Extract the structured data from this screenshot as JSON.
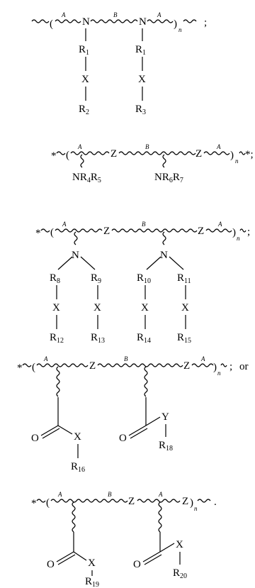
{
  "structures": [
    {
      "terminator": ";",
      "lead": "",
      "backbone": {
        "seg1": "A",
        "seg2": "B",
        "seg3": "A",
        "repeat": "n",
        "node1": "N",
        "node2": "N"
      },
      "left_chain": [
        {
          "b": "R",
          "s": "1"
        },
        {
          "b": "X",
          "s": ""
        },
        {
          "b": "R",
          "s": "2"
        }
      ],
      "right_chain": [
        {
          "b": "R",
          "s": "1"
        },
        {
          "b": "X",
          "s": ""
        },
        {
          "b": "R",
          "s": "3"
        }
      ]
    },
    {
      "terminator": "*;",
      "lead": "*",
      "backbone": {
        "seg1": "A",
        "seg2": "B",
        "seg3": "A",
        "repeat": "n",
        "node1": "Z",
        "node2": "Z"
      },
      "left_group": {
        "pre": "NR",
        "s1": "4",
        "mid": "R",
        "s2": "5"
      },
      "right_group": {
        "pre": "NR",
        "s1": "6",
        "mid": "R",
        "s2": "7"
      }
    },
    {
      "terminator": ";",
      "lead": "*",
      "backbone": {
        "seg1": "A",
        "seg2": "B",
        "seg3": "A",
        "repeat": "n",
        "node1": "Z",
        "node2": "Z"
      },
      "n_left": "N",
      "n_right": "N",
      "chains": [
        [
          {
            "b": "R",
            "s": "8"
          },
          {
            "b": "X",
            "s": ""
          },
          {
            "b": "R",
            "s": "12"
          }
        ],
        [
          {
            "b": "R",
            "s": "9"
          },
          {
            "b": "X",
            "s": ""
          },
          {
            "b": "R",
            "s": "13"
          }
        ],
        [
          {
            "b": "R",
            "s": "10"
          },
          {
            "b": "X",
            "s": ""
          },
          {
            "b": "R",
            "s": "14"
          }
        ],
        [
          {
            "b": "R",
            "s": "11"
          },
          {
            "b": "X",
            "s": ""
          },
          {
            "b": "R",
            "s": "15"
          }
        ]
      ]
    },
    {
      "terminator": ";",
      "after": "or",
      "lead": "*",
      "backbone": {
        "seg1": "A",
        "seg2": "B",
        "seg3": "A",
        "repeat": "n",
        "node1": "Z",
        "node2": "Z"
      },
      "left_carbonyl": {
        "o": "O",
        "het": "X",
        "r": "R",
        "s": "16"
      },
      "right_carbonyl": {
        "o": "O",
        "het": "Y",
        "r": "R",
        "s": "18"
      }
    },
    {
      "terminator": ".",
      "lead": "*",
      "backbone": {
        "seg1": "A",
        "seg2": "B",
        "seg3": "A",
        "repeat": "n",
        "node1": "Z",
        "node2": "Z"
      },
      "left_carbonyl": {
        "o": "O",
        "het": "X",
        "r": "R",
        "s": "19"
      },
      "right_carbonyl": {
        "o": "O",
        "het": "X",
        "r": "R",
        "s": "20"
      }
    }
  ]
}
